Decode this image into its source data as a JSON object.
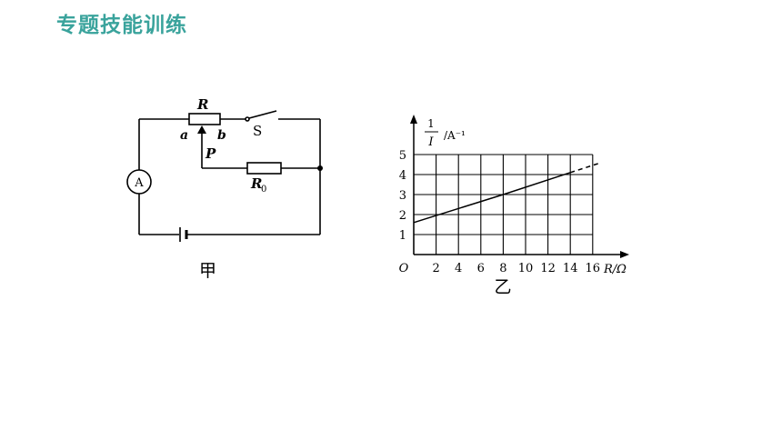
{
  "page": {
    "title": "专题技能训练"
  },
  "circuit": {
    "resistor_R": "R",
    "end_a": "a",
    "end_b": "b",
    "slider_P": "P",
    "switch_S": "S",
    "resistor_R0": "R",
    "resistor_R0_sub": "0",
    "ammeter": "A",
    "caption": "甲"
  },
  "chart_data": {
    "type": "line",
    "title": "",
    "caption": "乙",
    "xlabel": "R/Ω",
    "ylabel_num": "1",
    "ylabel_den": "I",
    "ylabel_unit": "/A⁻¹",
    "origin_label": "O",
    "xlim": [
      0,
      16
    ],
    "ylim": [
      0,
      5
    ],
    "xticks": [
      2,
      4,
      6,
      8,
      10,
      12,
      14,
      16
    ],
    "yticks": [
      1,
      2,
      3,
      4,
      5
    ],
    "grid": true,
    "series": [
      {
        "x": [
          0,
          8,
          14
        ],
        "y": [
          1.6,
          3.0,
          4.1
        ],
        "style": "solid"
      },
      {
        "x": [
          14,
          16.5
        ],
        "y": [
          4.1,
          4.55
        ],
        "style": "dashed"
      }
    ]
  }
}
